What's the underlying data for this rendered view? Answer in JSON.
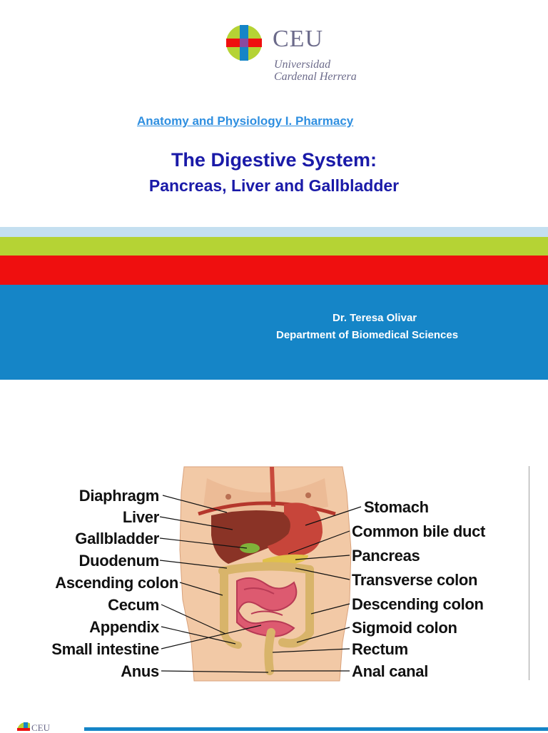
{
  "logo": {
    "name": "CEU",
    "line1": "Universidad",
    "line2": "Cardenal Herrera"
  },
  "slide1": {
    "course": "Anatomy and Physiology I. Pharmacy",
    "title": "The Digestive System:",
    "subtitle": "Pancreas, Liver and Gallbladder",
    "author": "Dr. Teresa Olivar",
    "department": "Department of Biomedical Sciences"
  },
  "colors": {
    "title_blue": "#1a1aa8",
    "link_blue": "#2f8fe0",
    "band_lightblue": "#c4dff0",
    "band_lime": "#b5d334",
    "band_red": "#ef0f0f",
    "band_blue": "#1585c7"
  },
  "figure": {
    "left_labels": [
      "Diaphragm",
      "Liver",
      "Gallbladder",
      "Duodenum",
      "Ascending colon",
      "Cecum",
      "Appendix",
      "Small intestine",
      "Anus"
    ],
    "right_labels": [
      "Stomach",
      "Common bile duct",
      "Pancreas",
      "Transverse colon",
      "Descending colon",
      "Sigmoid colon",
      "Rectum",
      "Anal canal"
    ]
  },
  "footer": {
    "logo_text": "CEU"
  }
}
